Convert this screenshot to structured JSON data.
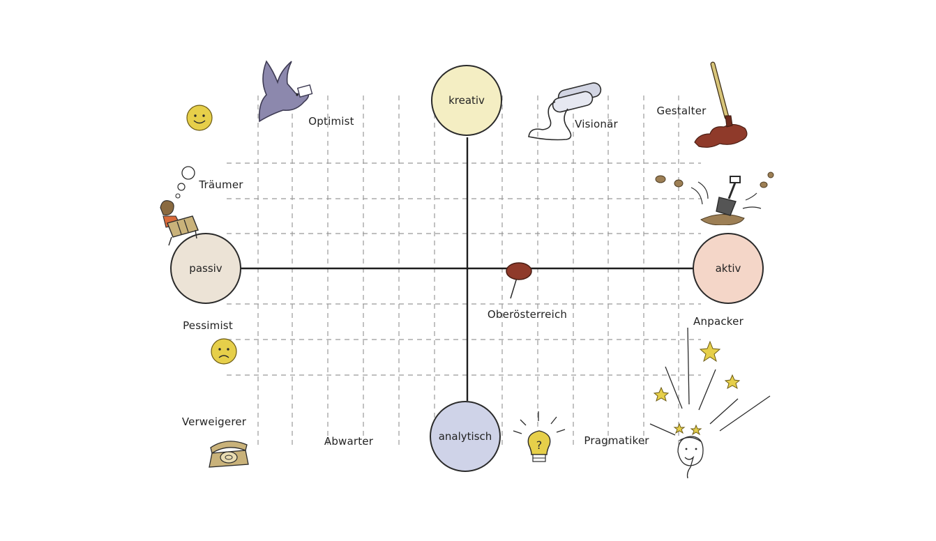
{
  "axes": {
    "passive": "passiv",
    "active": "aktiv",
    "creative": "kreativ",
    "analytic": "analytisch"
  },
  "types": {
    "optimist": "Optimist",
    "visionary": "Visionär",
    "shaper": "Gestalter",
    "dreamer": "Träumer",
    "doer": "Anpacker",
    "pessimist": "Pessimist",
    "refuser": "Verweigerer",
    "waiter": "Abwarter",
    "pragmatist": "Pragmatiker"
  },
  "marker": {
    "label": "Oberösterreich"
  },
  "colors": {
    "passive_fill": "#ece3d6",
    "active_fill": "#f4d6c8",
    "creative_fill": "#f4eec3",
    "analytic_fill": "#cfd3e8",
    "pin": "#8f3a2a",
    "smiley": "#e6cf4a",
    "star": "#e6cf4a"
  },
  "icons": [
    "smiley-happy-icon",
    "dove-icon",
    "binoculars-icon",
    "paintbrush-icon",
    "shovel-icon",
    "dreamer-icon",
    "smiley-sad-icon",
    "telephone-icon",
    "lightbulb-icon",
    "thinker-icon"
  ]
}
